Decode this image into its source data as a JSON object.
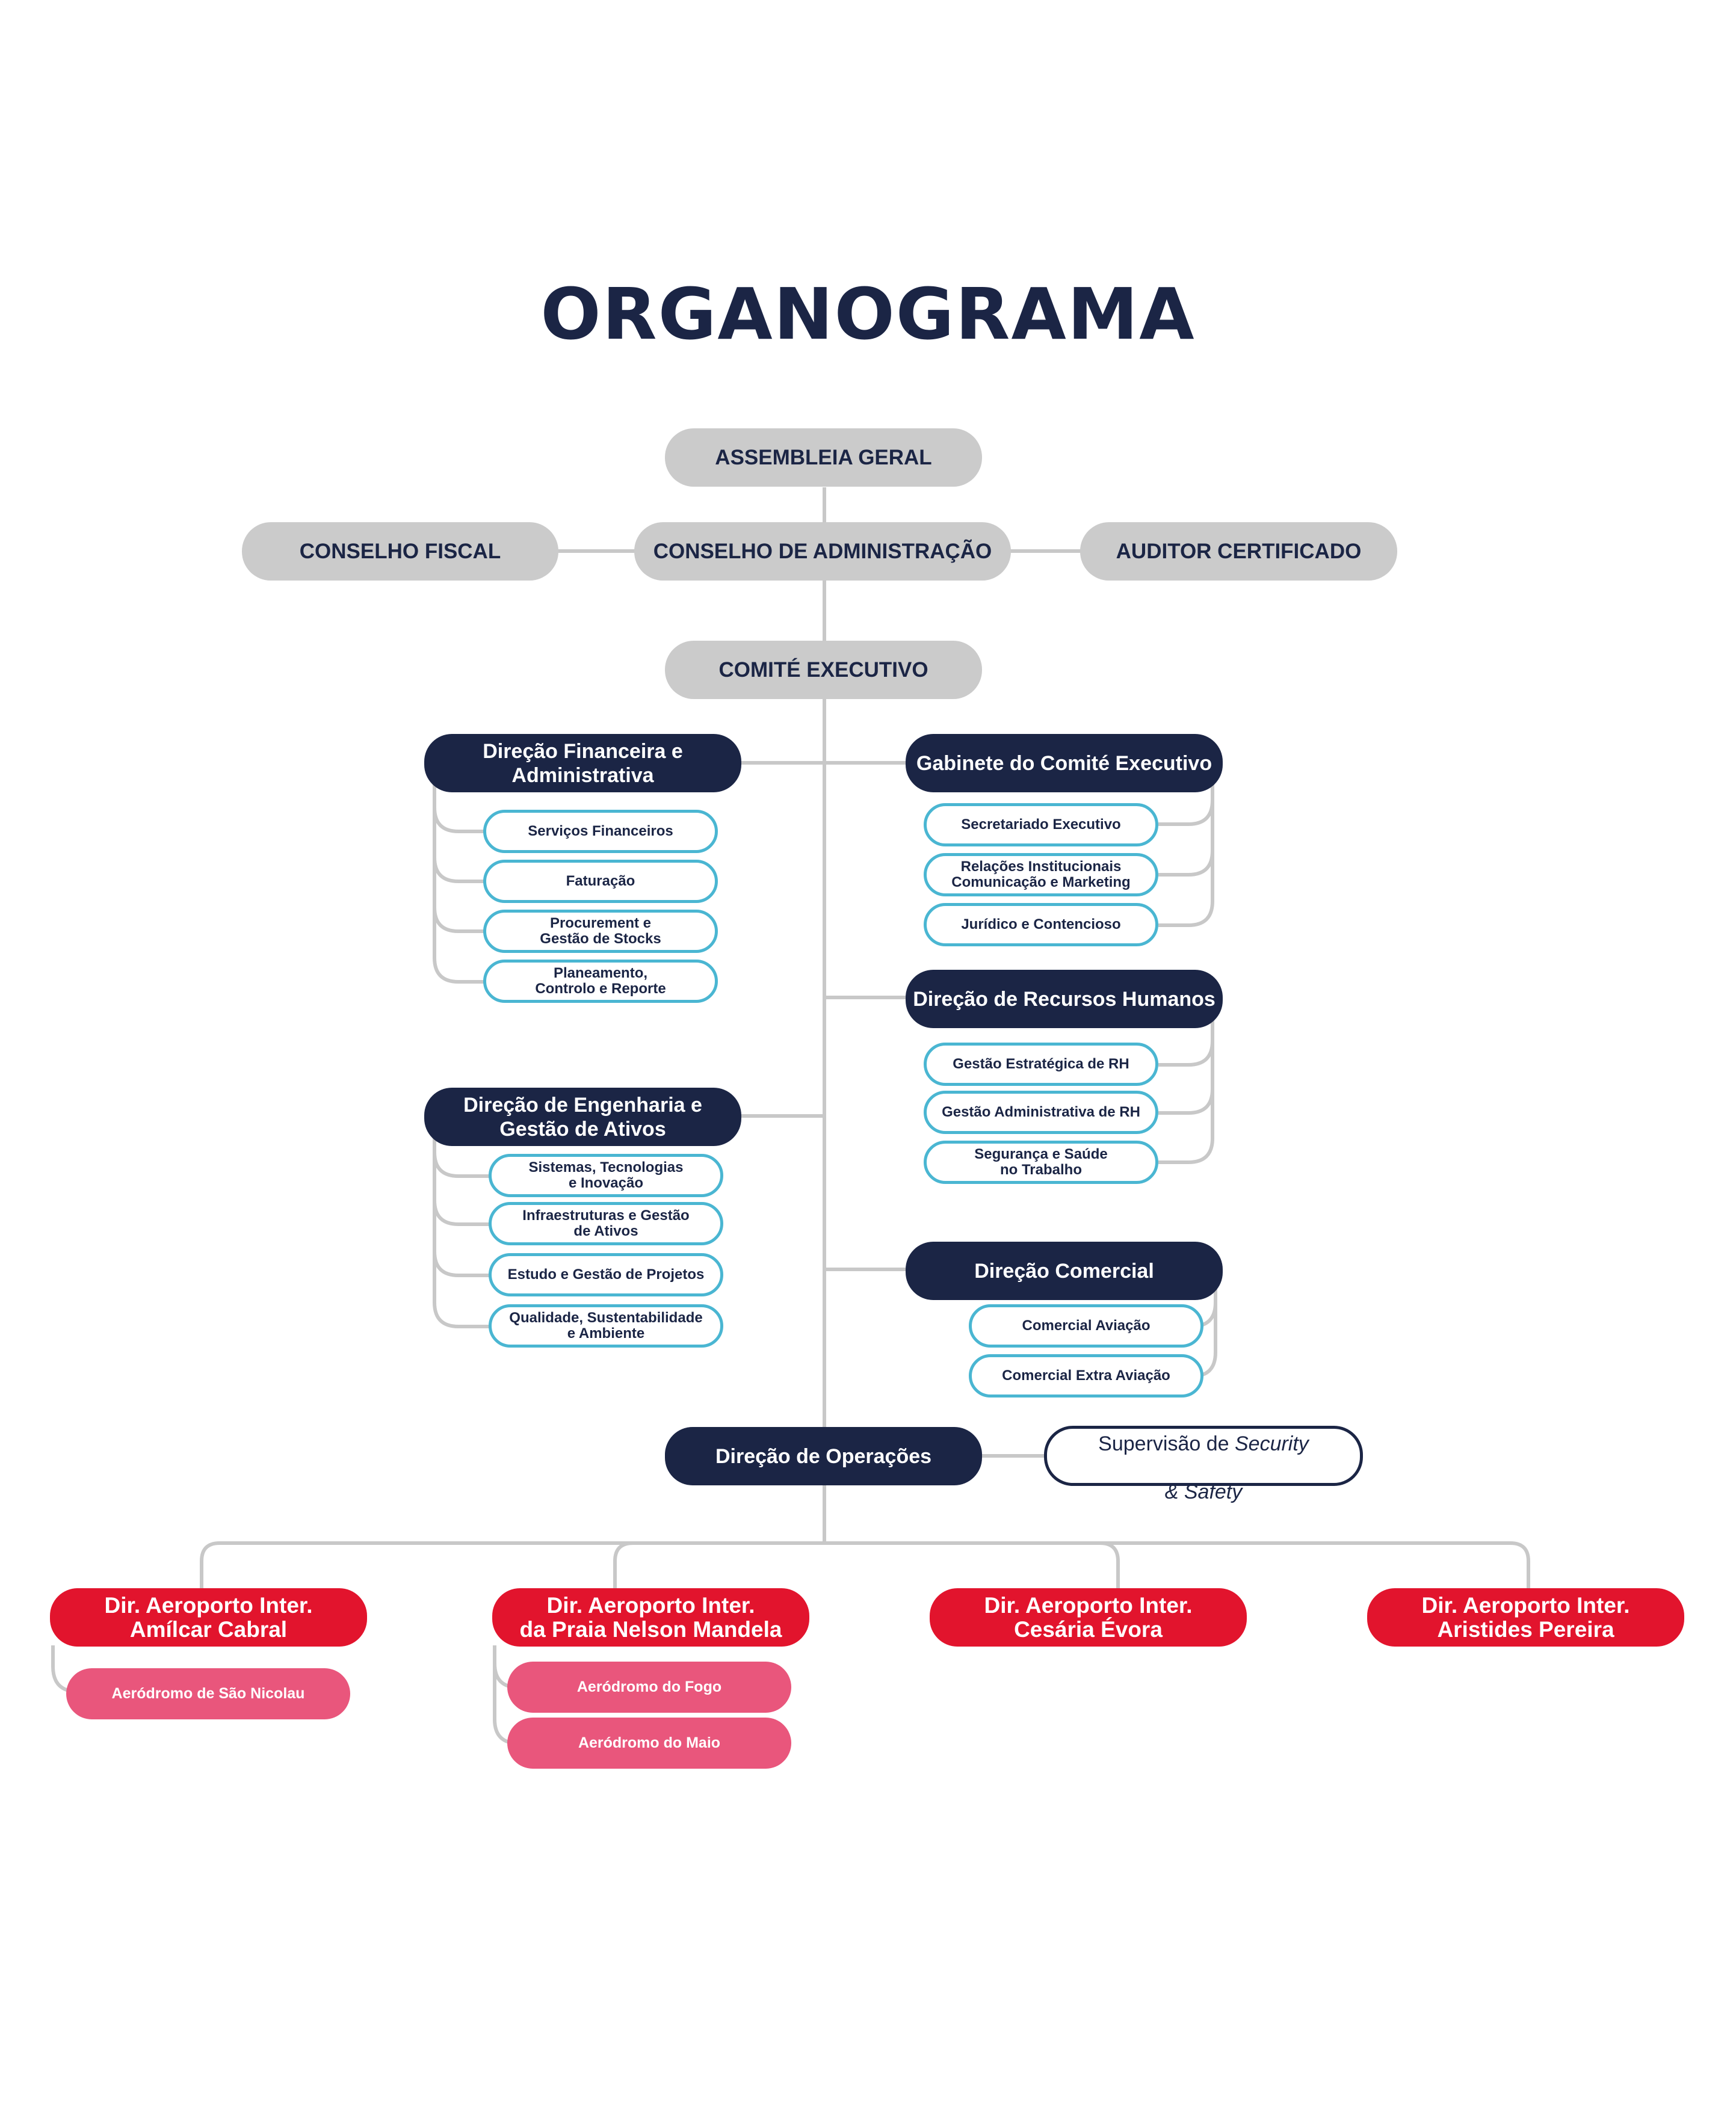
{
  "title": "ORGANOGRAMA",
  "colors": {
    "navy": "#1b2545",
    "gray_box": "#cbcbcb",
    "connector": "#c8c8c8",
    "sub_border": "#4ab6d2",
    "red": "#e2142d",
    "pink": "#e9567c"
  },
  "governance": {
    "assembleia": "ASSEMBLEIA GERAL",
    "conselho_fiscal": "CONSELHO FISCAL",
    "conselho_admin": "CONSELHO DE ADMINISTRAÇÃO",
    "auditor": "AUDITOR CERTIFICADO",
    "comite": "COMITÉ EXECUTIVO"
  },
  "departments": {
    "financeira": {
      "name": "Direção Financeira e\nAdministrativa",
      "units": [
        "Serviços Financeiros",
        "Faturação",
        "Procurement e\nGestão de Stocks",
        "Planeamento,\nControlo e Reporte"
      ]
    },
    "gabinete": {
      "name": "Gabinete do Comité Executivo",
      "units": [
        "Secretariado Executivo",
        "Relações Institucionais\nComunicação e Marketing",
        "Jurídico e Contencioso"
      ]
    },
    "rh": {
      "name": "Direção de Recursos Humanos",
      "units": [
        "Gestão Estratégica de RH",
        "Gestão Administrativa de RH",
        "Segurança e Saúde\nno Trabalho"
      ]
    },
    "engenharia": {
      "name": "Direção de Engenharia e\nGestão de Ativos",
      "units": [
        "Sistemas, Tecnologias\ne Inovação",
        "Infraestruturas e Gestão\nde Ativos",
        "Estudo e Gestão de Projetos",
        "Qualidade, Sustentabilidade\ne Ambiente"
      ]
    },
    "comercial": {
      "name": "Direção Comercial",
      "units": [
        "Comercial Aviação",
        "Comercial Extra Aviação"
      ]
    },
    "operacoes": {
      "name": "Direção de Operações",
      "supervision_prefix": "Supervisão de ",
      "supervision_security": "Security",
      "supervision_amp": "& ",
      "supervision_safety": "Safety"
    }
  },
  "airports": [
    {
      "name": "Dir. Aeroporto Inter.\nAmílcar Cabral",
      "aerodromes": [
        "Aeródromo de São Nicolau"
      ]
    },
    {
      "name": "Dir. Aeroporto Inter.\nda Praia Nelson Mandela",
      "aerodromes": [
        "Aeródromo do Fogo",
        "Aeródromo do Maio"
      ]
    },
    {
      "name": "Dir. Aeroporto Inter.\nCesária Évora",
      "aerodromes": []
    },
    {
      "name": "Dir. Aeroporto Inter.\nAristides Pereira",
      "aerodromes": []
    }
  ]
}
